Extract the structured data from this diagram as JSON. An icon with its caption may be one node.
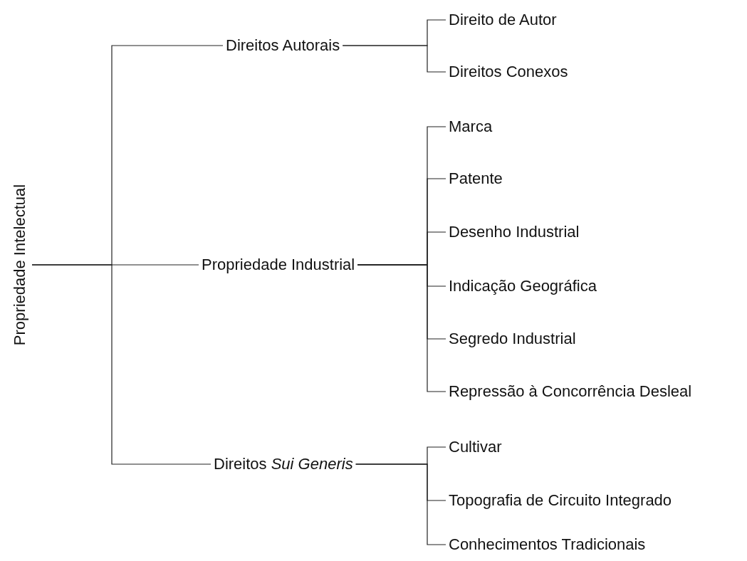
{
  "diagram": {
    "nodes": [
      {
        "text": [
          "Propriedade Intelectual"
        ]
      },
      {
        "text": [
          "Direitos Autorais"
        ]
      },
      {
        "text": [
          "Direito de Autor"
        ]
      },
      {
        "text": [
          "Direitos Conexos"
        ]
      },
      {
        "text": [
          "Propriedade Industrial"
        ]
      },
      {
        "text": [
          "Marca"
        ]
      },
      {
        "text": [
          "Patente"
        ]
      },
      {
        "text": [
          "Desenho Industrial"
        ]
      },
      {
        "text": [
          "Indicação Geográfica"
        ]
      },
      {
        "text": [
          "Segredo Industrial"
        ]
      },
      {
        "text": [
          "Repressão à Concorrência Desleal"
        ]
      },
      {
        "text": [
          "Direitos *Sui Generis*"
        ]
      },
      {
        "text": [
          "Cultivar"
        ]
      },
      {
        "text": [
          "Topografia de Circuito Integrado"
        ]
      },
      {
        "text": [
          "Conhecimentos Tradicionais"
        ]
      }
    ],
    "edges": [
      {
        "from": 0,
        "to": 1,
        "arrow": "none"
      },
      {
        "from": 0,
        "to": 4,
        "arrow": "none"
      },
      {
        "from": 0,
        "to": 11,
        "arrow": "none"
      },
      {
        "from": 1,
        "to": 2,
        "arrow": "none"
      },
      {
        "from": 1,
        "to": 3,
        "arrow": "none"
      },
      {
        "from": 4,
        "to": 5,
        "arrow": "none"
      },
      {
        "from": 4,
        "to": 6,
        "arrow": "none"
      },
      {
        "from": 4,
        "to": 7,
        "arrow": "none"
      },
      {
        "from": 4,
        "to": 8,
        "arrow": "none"
      },
      {
        "from": 4,
        "to": 9,
        "arrow": "none"
      },
      {
        "from": 4,
        "to": 10,
        "arrow": "none"
      },
      {
        "from": 11,
        "to": 12,
        "arrow": "none"
      },
      {
        "from": 11,
        "to": 13,
        "arrow": "none"
      },
      {
        "from": 11,
        "to": 14,
        "arrow": "none"
      }
    ]
  }
}
